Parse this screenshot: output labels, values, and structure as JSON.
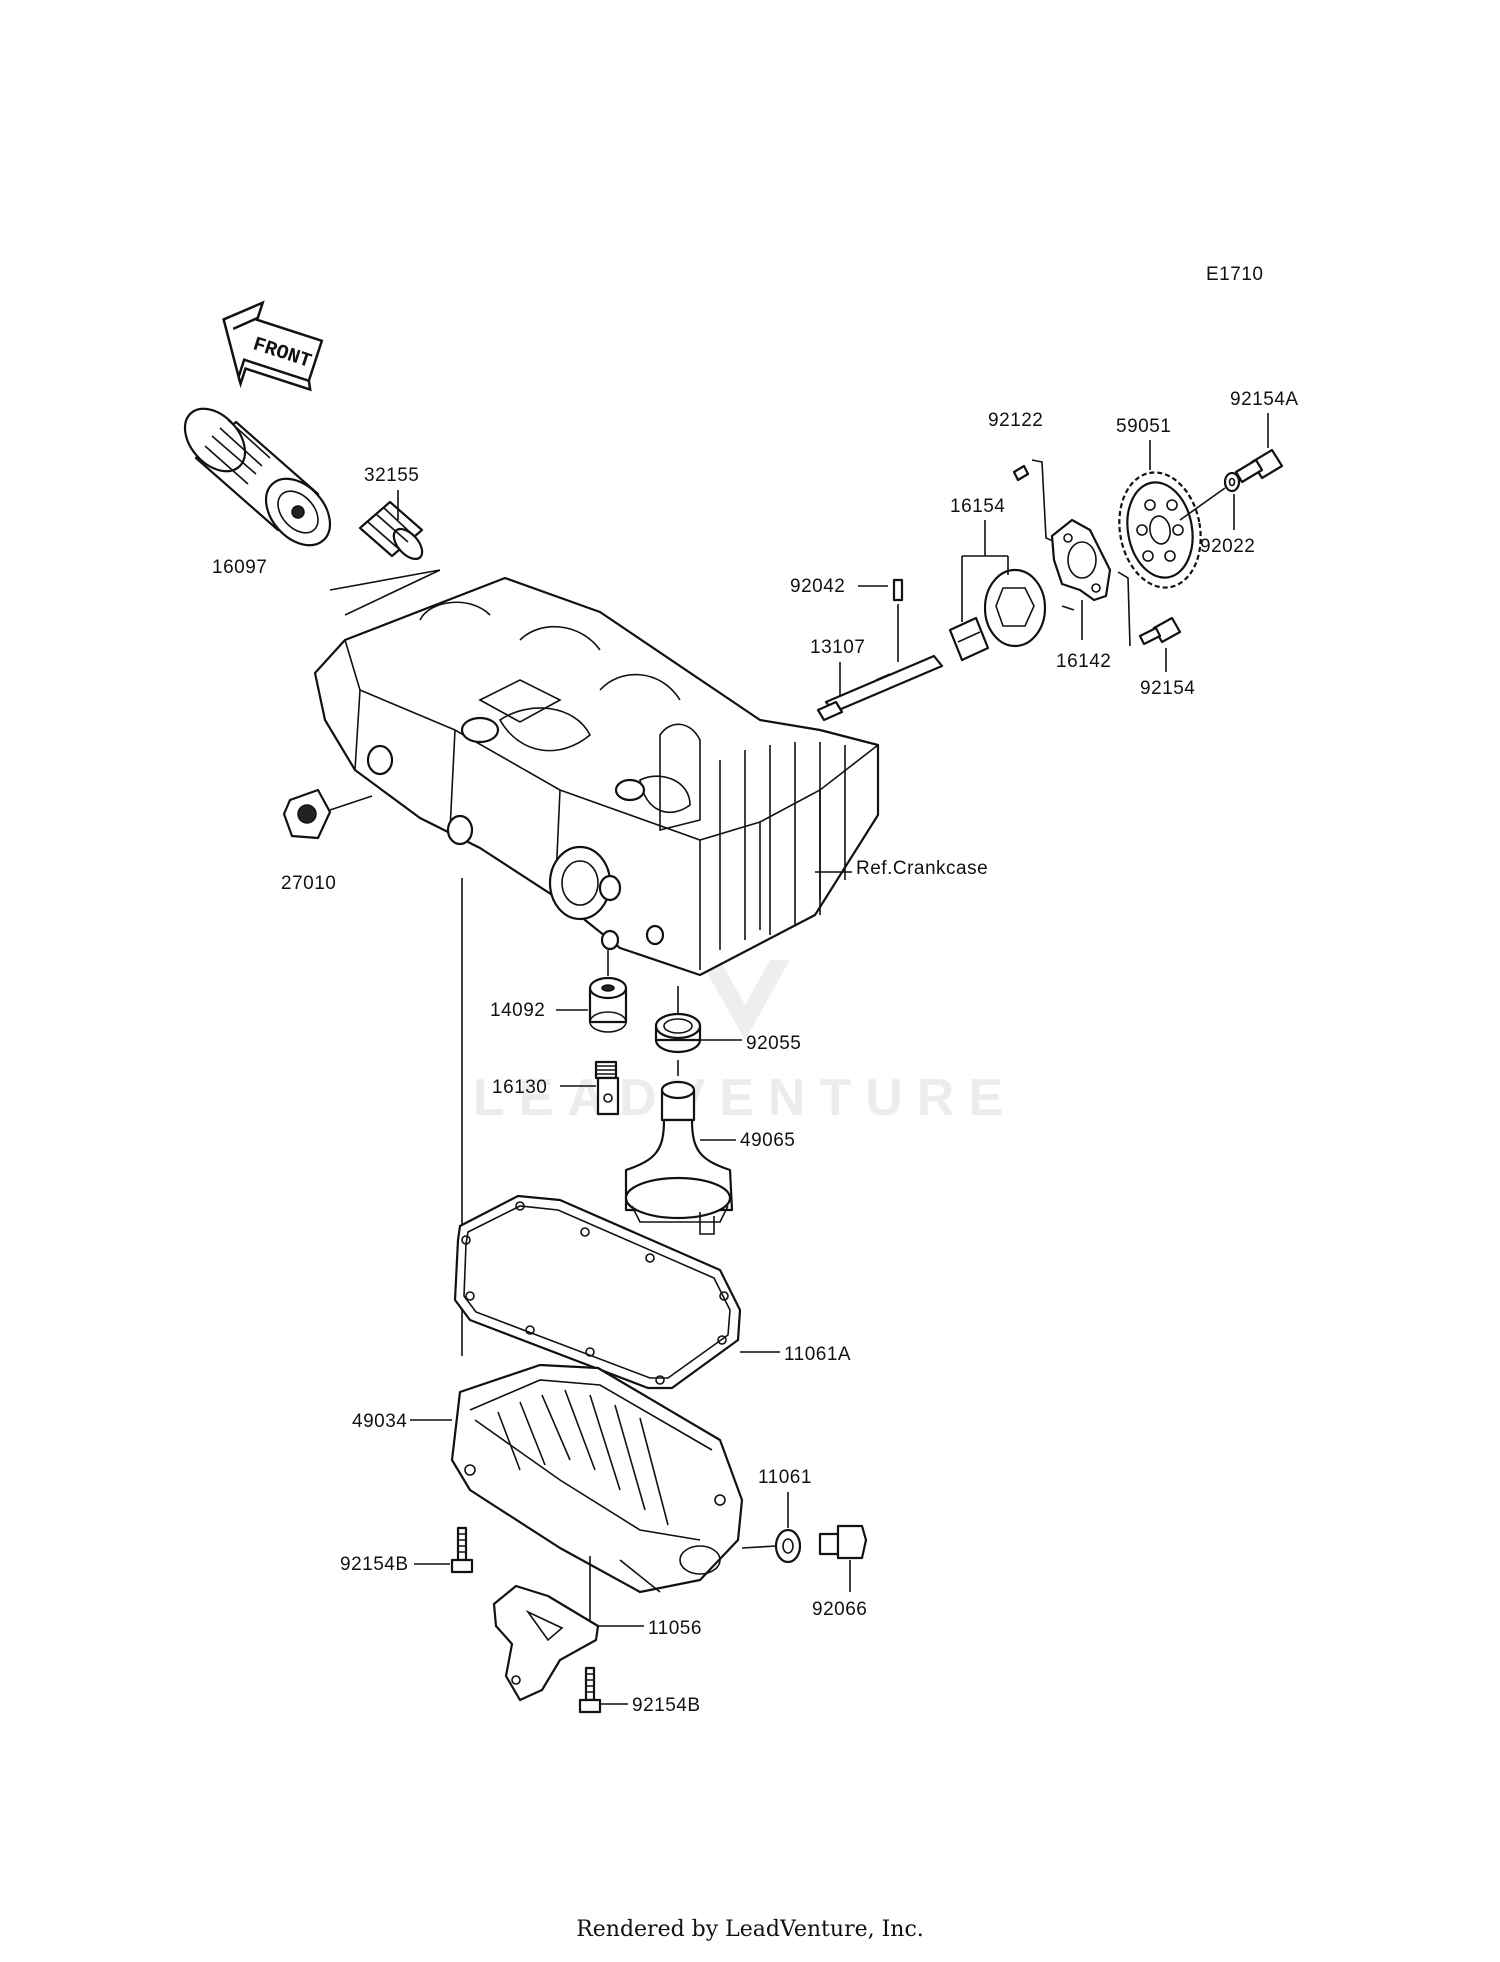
{
  "diagram_code": "E1710",
  "front_arrow_label": "FRONT",
  "parts": {
    "p16097": "16097",
    "p32155": "32155",
    "p27010": "27010",
    "p92122": "92122",
    "p59051": "59051",
    "p92154A": "92154A",
    "p16154": "16154",
    "p92022": "92022",
    "p92042": "92042",
    "p16142": "16142",
    "p13107": "13107",
    "p92154": "92154",
    "ref_crankcase": "Ref.Crankcase",
    "p14092": "14092",
    "p92055": "92055",
    "p16130": "16130",
    "p49065": "49065",
    "p11061A": "11061A",
    "p49034": "49034",
    "p11061": "11061",
    "p92154B_1": "92154B",
    "p92066": "92066",
    "p11056": "11056",
    "p92154B_2": "92154B"
  },
  "watermark": "LEADVENTURE",
  "footer": "Rendered by LeadVenture, Inc."
}
